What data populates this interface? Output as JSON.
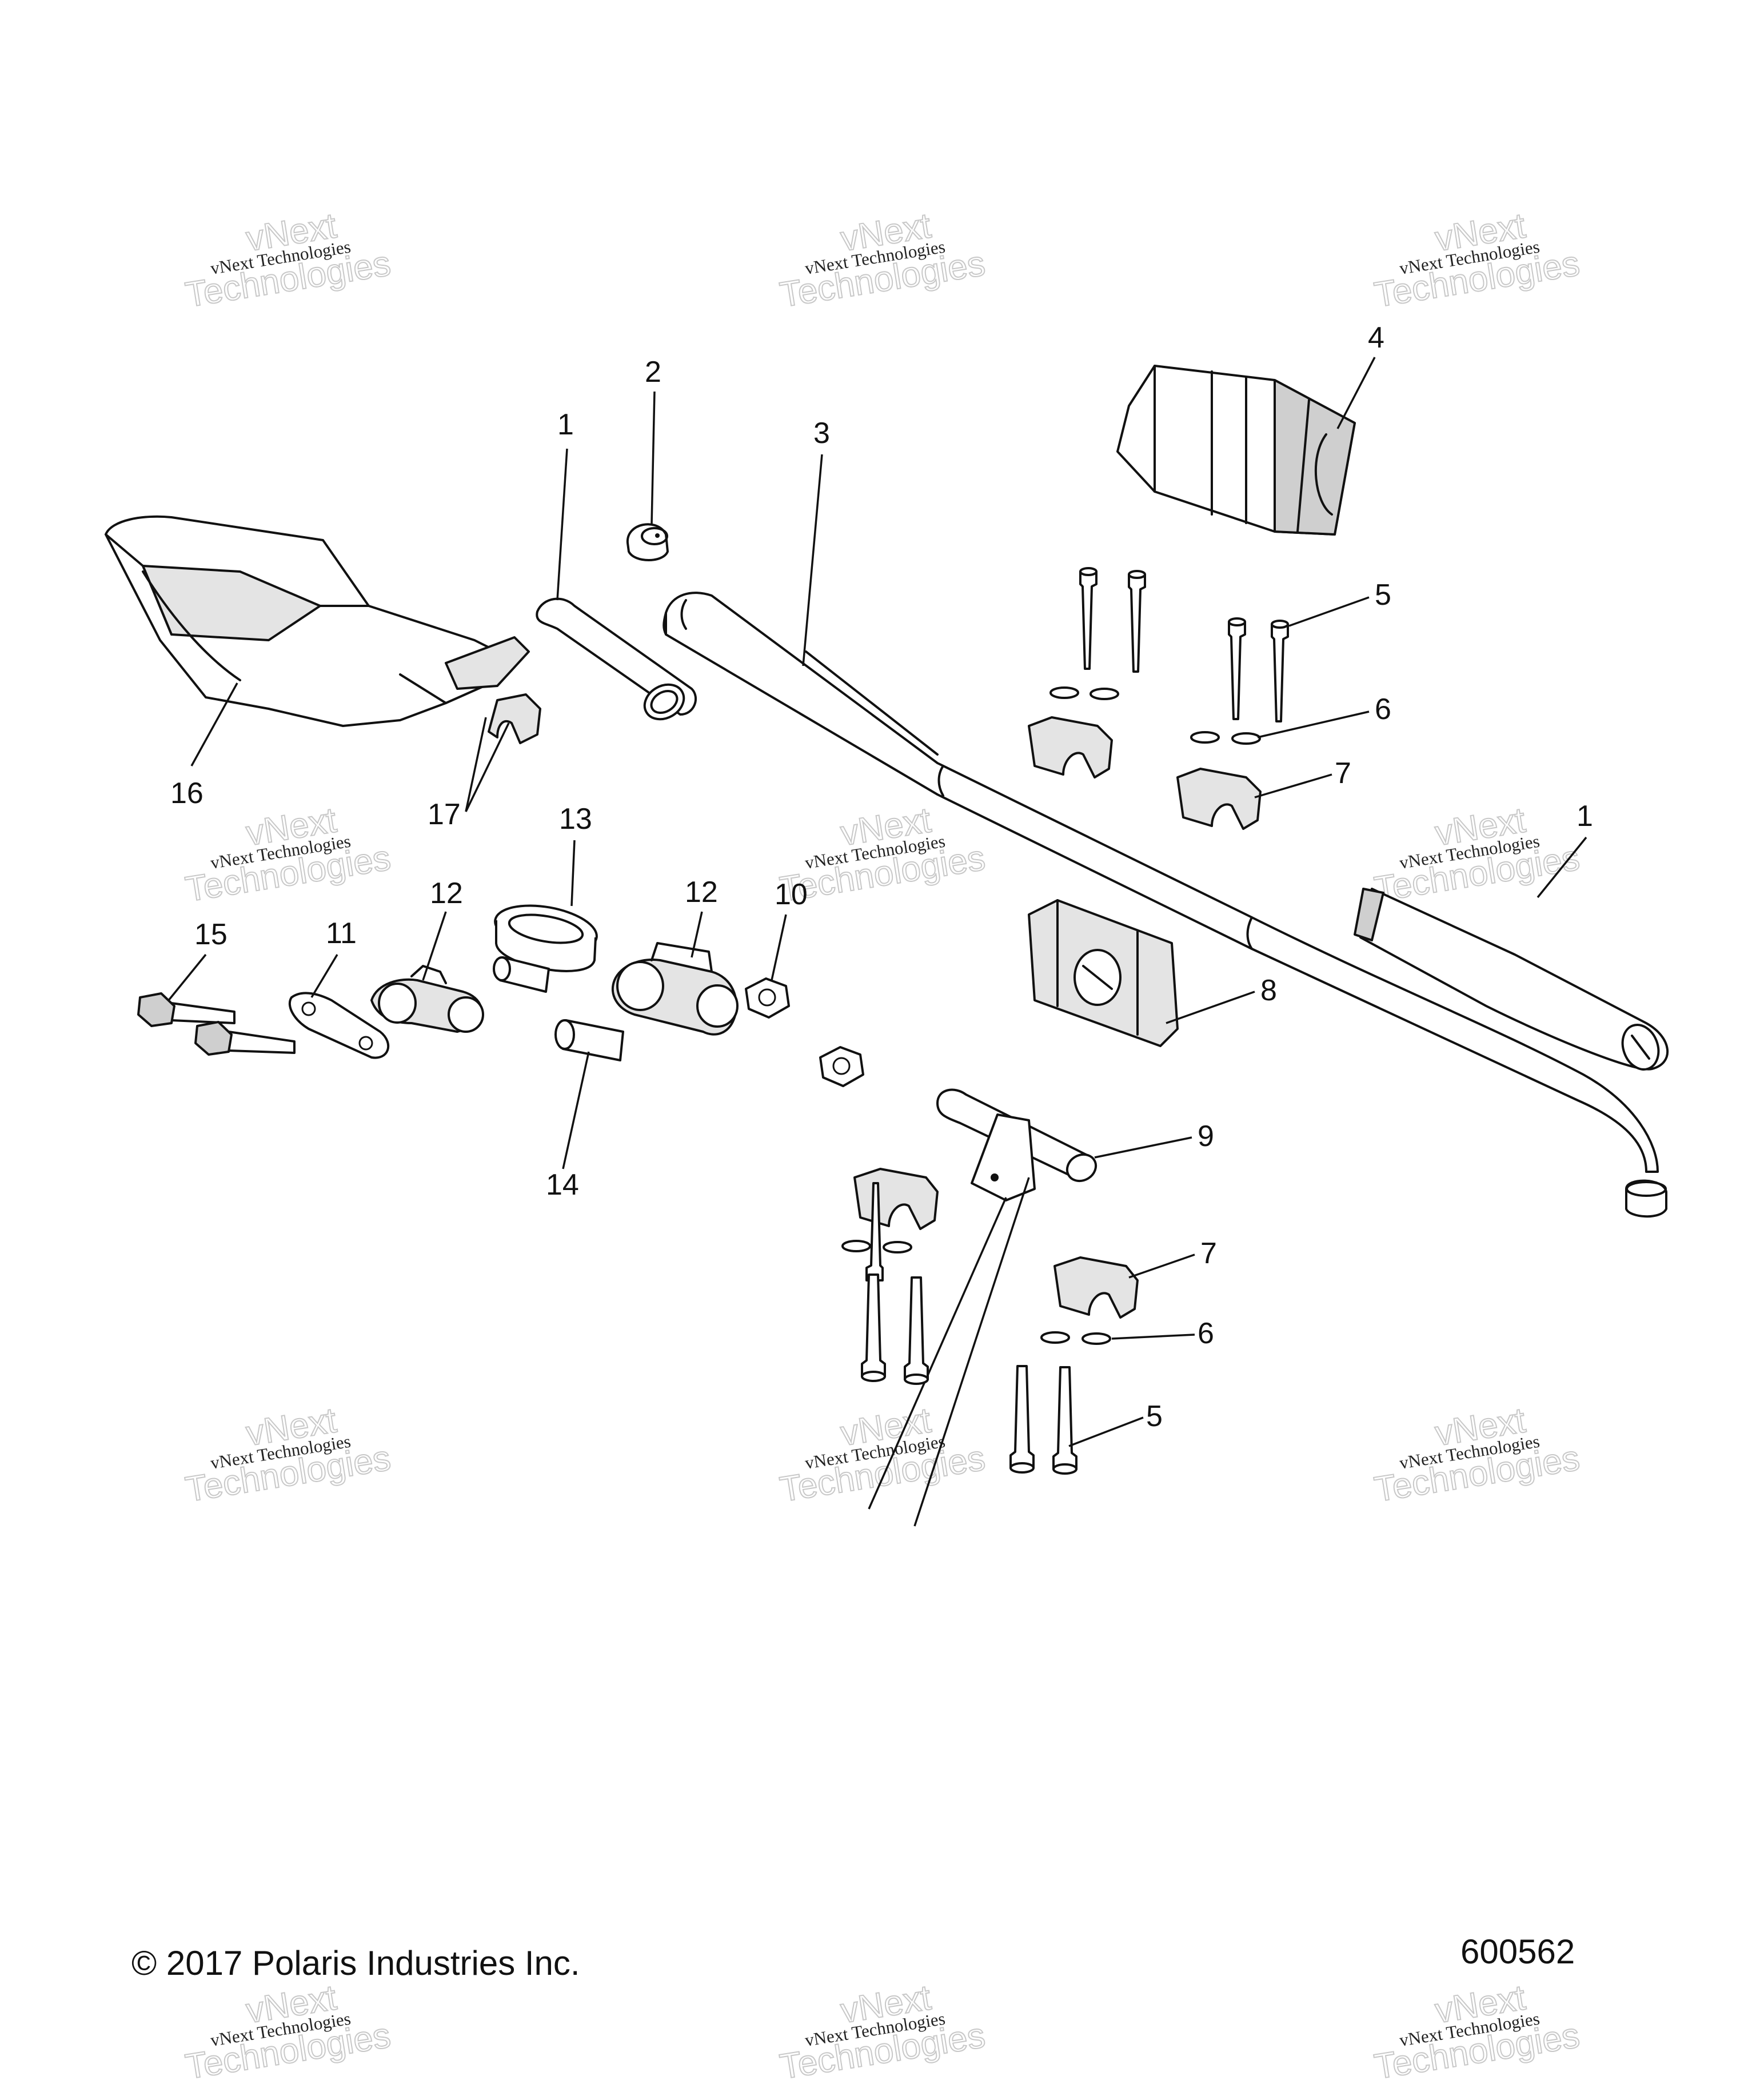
{
  "watermark": {
    "line1": "vNext Technologies",
    "line2": "vNext",
    "line3": "Technologies"
  },
  "callouts": {
    "c1a": "1",
    "c1b": "1",
    "c2": "2",
    "c3": "3",
    "c4": "4",
    "c5a": "5",
    "c5b": "5",
    "c6a": "6",
    "c6b": "6",
    "c7a": "7",
    "c7b": "7",
    "c8": "8",
    "c9": "9",
    "c10": "10",
    "c11": "11",
    "c12a": "12",
    "c12b": "12",
    "c13": "13",
    "c14": "14",
    "c15": "15",
    "c16": "16",
    "c17": "17"
  },
  "footer": {
    "copyright": "© 2017 Polaris Industries Inc.",
    "figure_number": "600562"
  }
}
